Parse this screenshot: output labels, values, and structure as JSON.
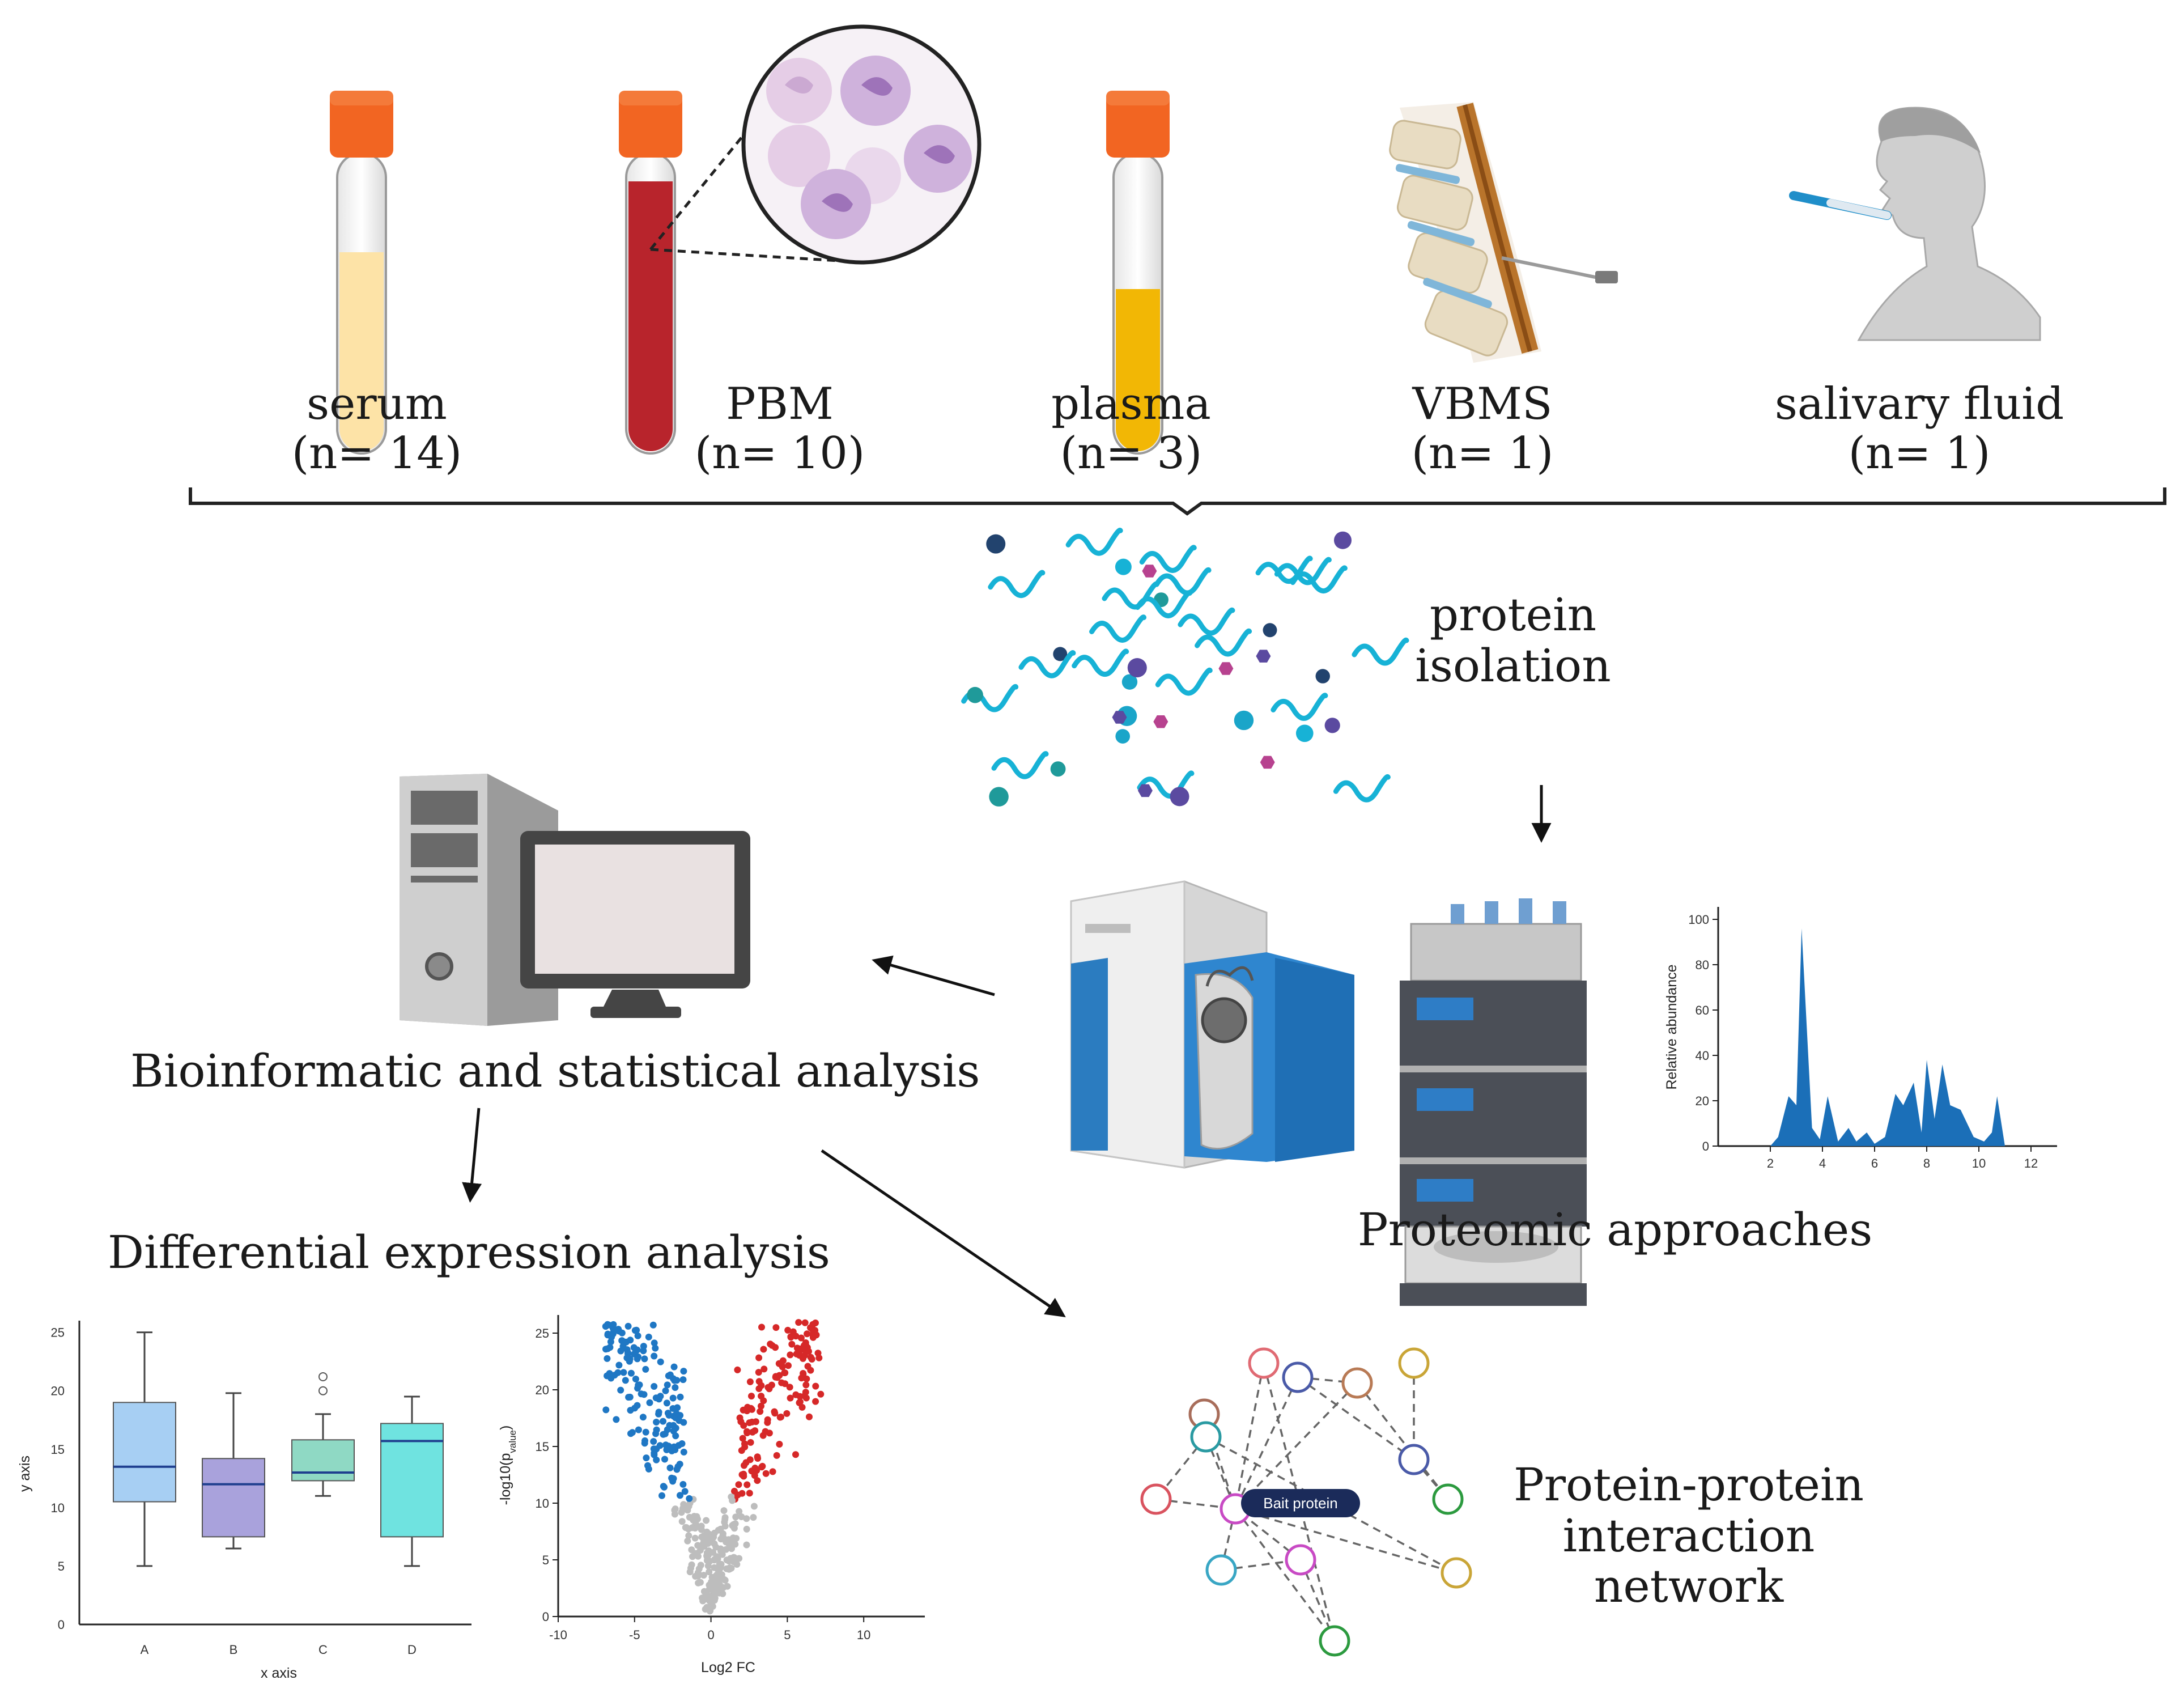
{
  "sources": [
    {
      "name": "serum",
      "count": "(n= 14)"
    },
    {
      "name": "PBM",
      "count": "(n= 10)"
    },
    {
      "name": "plasma",
      "count": "(n= 3)"
    },
    {
      "name": "VBMS",
      "count": "(n= 1)"
    },
    {
      "name": "salivary fluid",
      "count": "(n= 1)"
    }
  ],
  "steps": {
    "isolation_line1": "protein",
    "isolation_line2": "isolation",
    "proteomic": "Proteomic approaches",
    "bioinformatic": "Bioinformatic and statistical analysis",
    "differential": "Differential expression analysis",
    "ppi_line1": "Protein-protein",
    "ppi_line2": "interaction",
    "ppi_line3": "network",
    "bait": "Bait protein"
  },
  "colors": {
    "tube_cap": "#f26522",
    "serum": "#fde3a7",
    "blood": "#b8242c",
    "plasma": "#f2b705",
    "hplc_blue": "#1f6fb5",
    "chrom_fill": "#1b6fb8",
    "up": "#d62828",
    "down": "#1f77c4",
    "ns": "#bdbdbd"
  },
  "chart_data": [
    {
      "type": "area",
      "ylabel": "Relative abundance",
      "xlabel": "",
      "x_ticks": [
        2,
        4,
        6,
        8,
        10,
        12
      ],
      "y_ticks": [
        0,
        20,
        40,
        60,
        80,
        100
      ],
      "xlim": [
        0,
        13
      ],
      "ylim": [
        0,
        100
      ],
      "x": [
        2.0,
        2.3,
        2.7,
        3.0,
        3.2,
        3.6,
        3.9,
        4.2,
        4.6,
        5.0,
        5.3,
        5.7,
        6.0,
        6.4,
        6.8,
        7.1,
        7.5,
        7.8,
        8.0,
        8.3,
        8.6,
        8.9,
        9.3,
        9.8,
        10.2,
        10.5,
        10.7,
        11.0
      ],
      "y": [
        0,
        4,
        22,
        18,
        96,
        8,
        3,
        22,
        2,
        8,
        2,
        6,
        1,
        4,
        23,
        18,
        28,
        6,
        38,
        12,
        36,
        18,
        16,
        4,
        2,
        6,
        22,
        0
      ]
    },
    {
      "type": "box",
      "xlabel": "x axis",
      "ylabel": "y axis",
      "categories": [
        "A",
        "B",
        "C",
        "D"
      ],
      "y_ticks": [
        0,
        5,
        10,
        15,
        20,
        25
      ],
      "ylim": [
        0,
        26
      ],
      "boxes": [
        {
          "min": 5,
          "q1": 10.5,
          "median": 13.5,
          "q3": 19,
          "max": 25
        },
        {
          "min": 6.5,
          "q1": 7.5,
          "median": 12,
          "q3": 14.2,
          "max": 19.8
        },
        {
          "min": 11,
          "q1": 12.3,
          "median": 13,
          "q3": 15.8,
          "max": 18,
          "outliers": [
            20,
            21.2
          ]
        },
        {
          "min": 5,
          "q1": 7.5,
          "median": 15.7,
          "q3": 17.2,
          "max": 19.5
        }
      ],
      "colors": [
        "#a7cff3",
        "#a9a2dc",
        "#8fd9c4",
        "#6fe3e0"
      ]
    },
    {
      "type": "scatter",
      "xlabel": "Log2 FC",
      "ylabel": "-log10(p value)",
      "x_ticks": [
        -10,
        -5,
        0,
        5,
        10
      ],
      "y_ticks": [
        0,
        5,
        10,
        15,
        20,
        25
      ],
      "xlim": [
        -10,
        14
      ],
      "ylim": [
        0,
        26.5
      ]
    }
  ]
}
